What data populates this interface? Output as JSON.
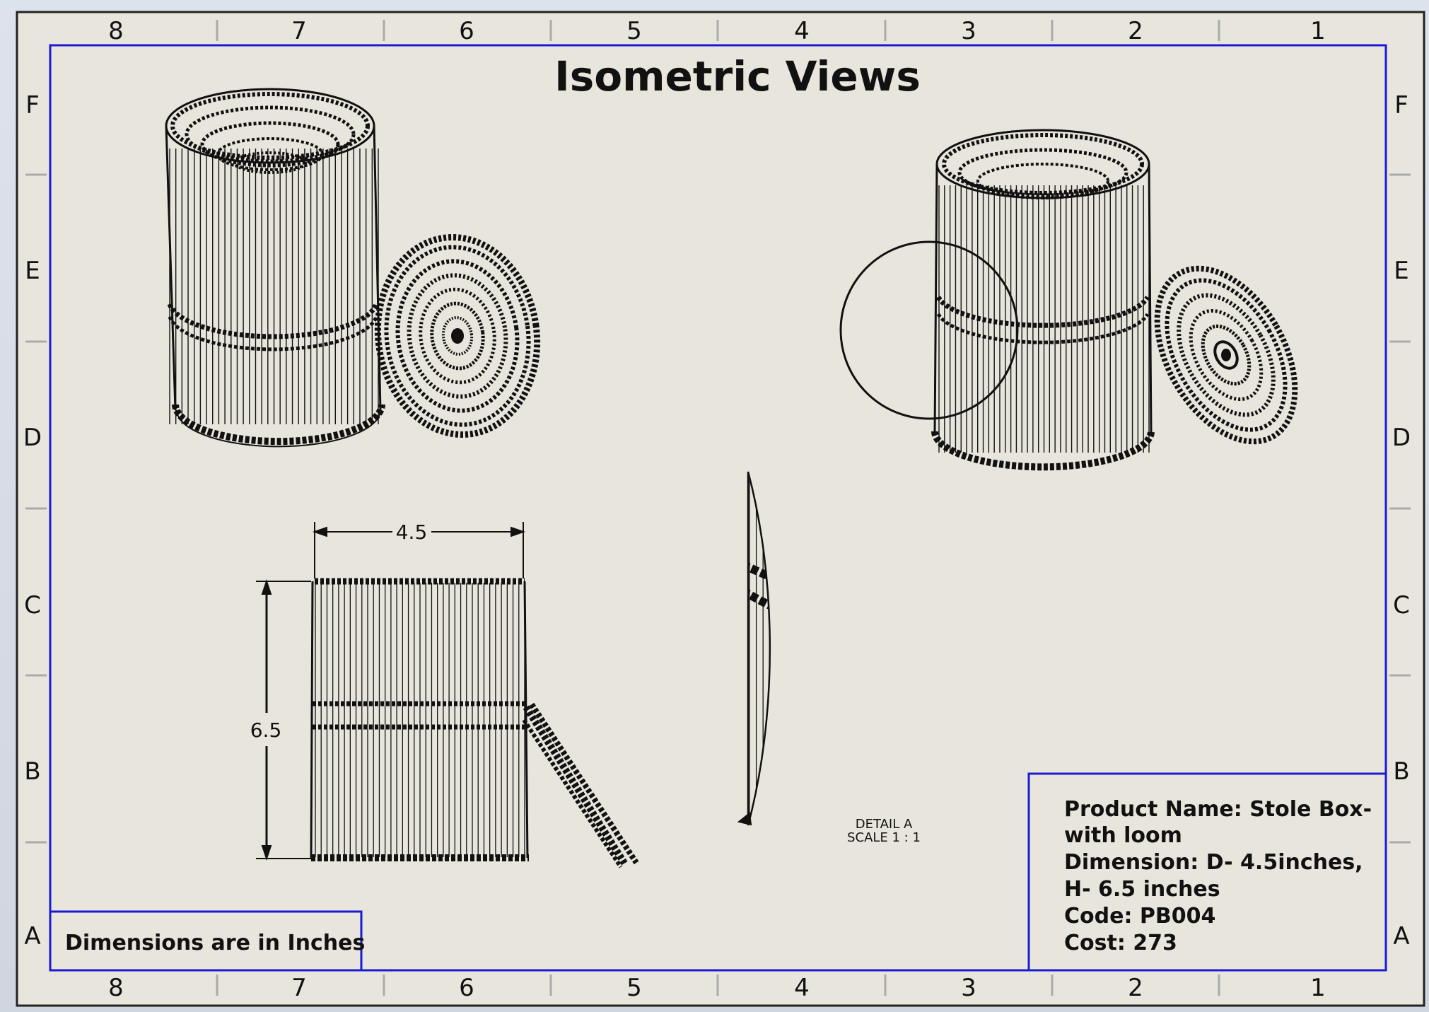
{
  "title": "Isometric Views",
  "zones": {
    "columns": [
      "8",
      "7",
      "6",
      "5",
      "4",
      "3",
      "2",
      "1"
    ],
    "rows": [
      "F",
      "E",
      "D",
      "C",
      "B",
      "A"
    ]
  },
  "dimensions": {
    "width": "4.5",
    "height": "6.5"
  },
  "detail": {
    "name": "DETAIL A",
    "scale": "SCALE 1 : 1"
  },
  "note": "Dimensions are in Inches",
  "info_box": {
    "line1": "Product Name: Stole Box-",
    "line2": "with loom",
    "line3": "Dimension: D- 4.5inches,",
    "line4": "H- 6.5 inches",
    "line5": "Code: PB004",
    "line6": "Cost: 273"
  },
  "colors": {
    "paper": "#e8e6dc",
    "border_blue": "#1a1ad6",
    "ink": "#111111"
  }
}
